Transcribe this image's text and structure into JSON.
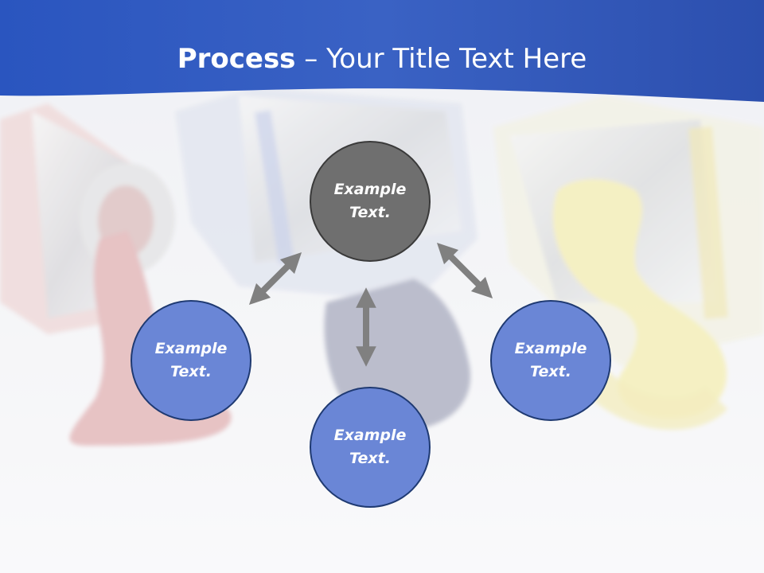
{
  "title": {
    "bold": "Process",
    "rest": " – Your Title Text Here"
  },
  "nodes": {
    "center": "Example Text.",
    "left": "Example Text.",
    "bottom": "Example Text.",
    "right": "Example Text."
  },
  "colors": {
    "header": "#2f5bc8",
    "center_node": "#6f6f6f",
    "outer_node": "#6a86d6",
    "arrow": "#808080"
  },
  "icons": {
    "arrows": "double-headed-arrow"
  }
}
